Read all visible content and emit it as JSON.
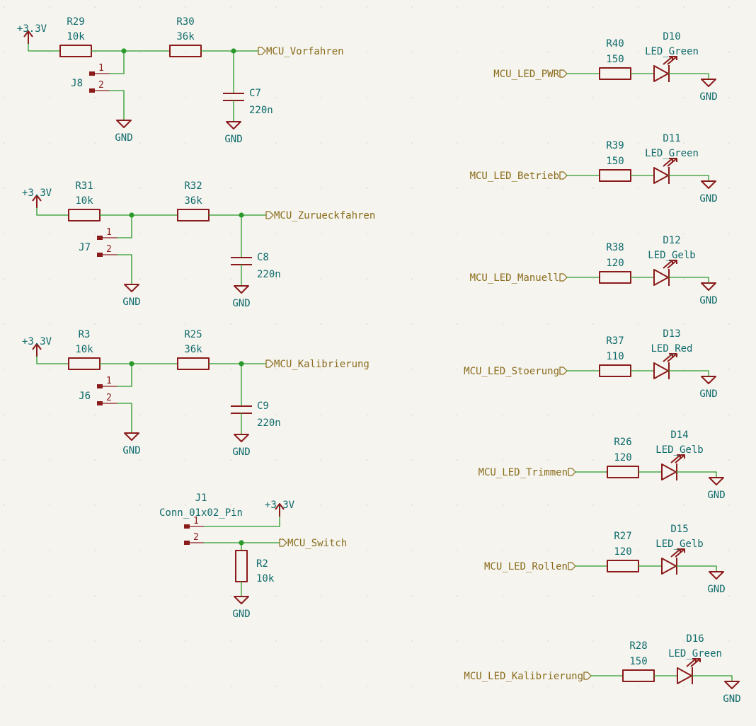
{
  "colors": {
    "background": "#f5f4ef",
    "wire": "#2a9a2a",
    "component": "#8b1a1a",
    "designator": "#0f6b6b",
    "net_label": "#8a6b1a"
  },
  "power": {
    "vcc": "+3.3V",
    "gnd": "GND"
  },
  "inputs": [
    {
      "r1": {
        "ref": "R29",
        "value": "10k"
      },
      "r2": {
        "ref": "R30",
        "value": "36k"
      },
      "connector": {
        "ref": "J8",
        "pin1": "1",
        "pin2": "2"
      },
      "capacitor": {
        "ref": "C7",
        "value": "220n"
      },
      "net": "MCU_Vorfahren"
    },
    {
      "r1": {
        "ref": "R31",
        "value": "10k"
      },
      "r2": {
        "ref": "R32",
        "value": "36k"
      },
      "connector": {
        "ref": "J7",
        "pin1": "1",
        "pin2": "2"
      },
      "capacitor": {
        "ref": "C8",
        "value": "220n"
      },
      "net": "MCU_Zurueckfahren"
    },
    {
      "r1": {
        "ref": "R3",
        "value": "10k"
      },
      "r2": {
        "ref": "R25",
        "value": "36k"
      },
      "connector": {
        "ref": "J6",
        "pin1": "1",
        "pin2": "2"
      },
      "capacitor": {
        "ref": "C9",
        "value": "220n"
      },
      "net": "MCU_Kalibrierung"
    }
  ],
  "switch_block": {
    "connector": {
      "ref": "J1",
      "value": "Conn_01x02_Pin",
      "pin1": "1",
      "pin2": "2"
    },
    "resistor": {
      "ref": "R2",
      "value": "10k"
    },
    "net": "MCU_Switch"
  },
  "leds": [
    {
      "net": "MCU_LED_PWR",
      "r_ref": "R40",
      "r_value": "150",
      "d_ref": "D10",
      "d_value": "LED_Green"
    },
    {
      "net": "MCU_LED_Betrieb",
      "r_ref": "R39",
      "r_value": "150",
      "d_ref": "D11",
      "d_value": "LED_Green"
    },
    {
      "net": "MCU_LED_Manuell",
      "r_ref": "R38",
      "r_value": "120",
      "d_ref": "D12",
      "d_value": "LED_Gelb"
    },
    {
      "net": "MCU_LED_Stoerung",
      "r_ref": "R37",
      "r_value": "110",
      "d_ref": "D13",
      "d_value": "LED_Red"
    },
    {
      "net": "MCU_LED_Trimmen",
      "r_ref": "R26",
      "r_value": "120",
      "d_ref": "D14",
      "d_value": "LED_Gelb"
    },
    {
      "net": "MCU_LED_Rollen",
      "r_ref": "R27",
      "r_value": "120",
      "d_ref": "D15",
      "d_value": "LED_Gelb"
    },
    {
      "net": "MCU_LED_Kalibrierung",
      "r_ref": "R28",
      "r_value": "150",
      "d_ref": "D16",
      "d_value": "LED_Green"
    }
  ]
}
